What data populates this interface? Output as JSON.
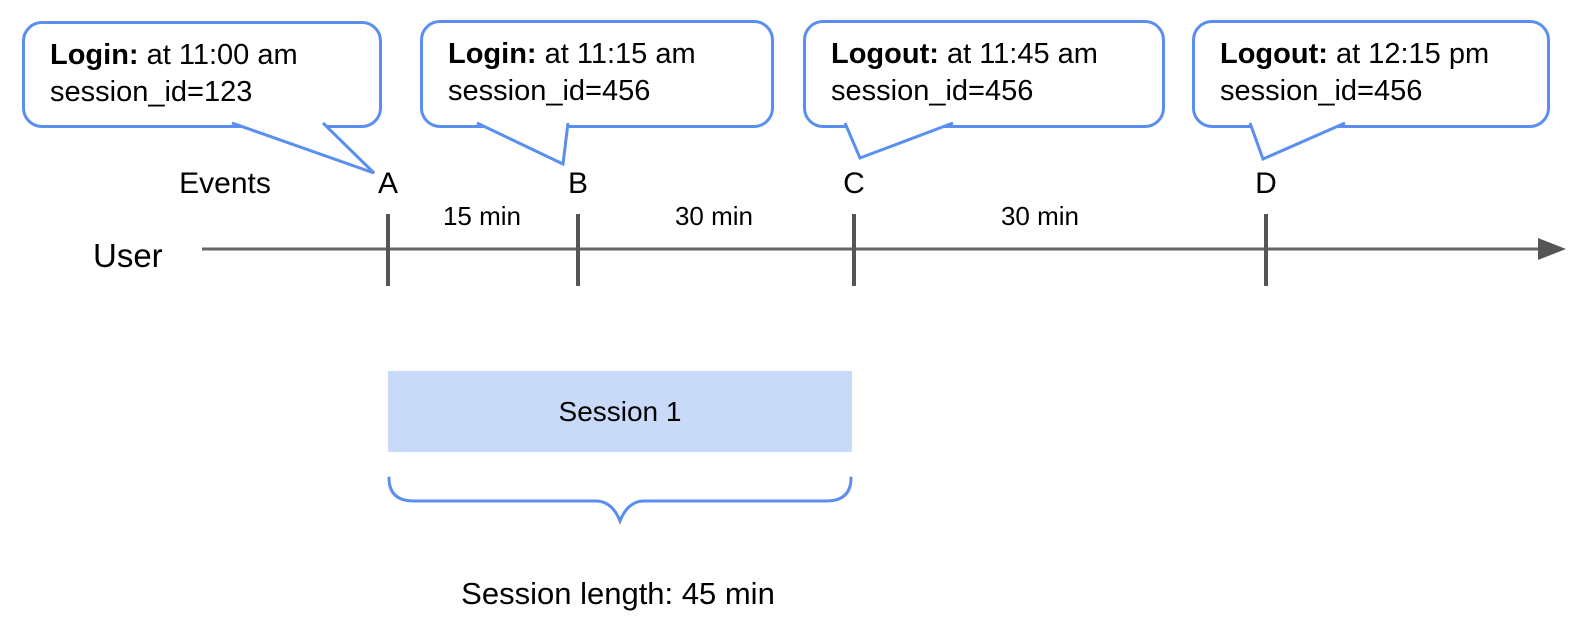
{
  "diagram": {
    "callouts": [
      {
        "title": "Login:",
        "time": " at 11:00 am",
        "detail": "session_id=123",
        "target": "A"
      },
      {
        "title": "Login:",
        "time": " at 11:15 am",
        "detail": "session_id=456",
        "target": "B"
      },
      {
        "title": "Logout:",
        "time": " at 11:45 am",
        "detail": "session_id=456",
        "target": "C"
      },
      {
        "title": "Logout:",
        "time": " at 12:15 pm",
        "detail": "session_id=456",
        "target": "D"
      }
    ],
    "timeline": {
      "row_label": "User",
      "events_label": "Events",
      "markers": [
        "A",
        "B",
        "C",
        "D"
      ],
      "intervals": [
        "15 min",
        "30 min",
        "30 min"
      ]
    },
    "session": {
      "box_label": "Session 1",
      "length_label": "Session length: 45 min"
    },
    "colors": {
      "accent_blue": "#5a8ff0",
      "session_fill": "#c9daf8",
      "timeline_gray": "#666666",
      "tick_gray": "#555555",
      "text_black": "#000000"
    }
  }
}
